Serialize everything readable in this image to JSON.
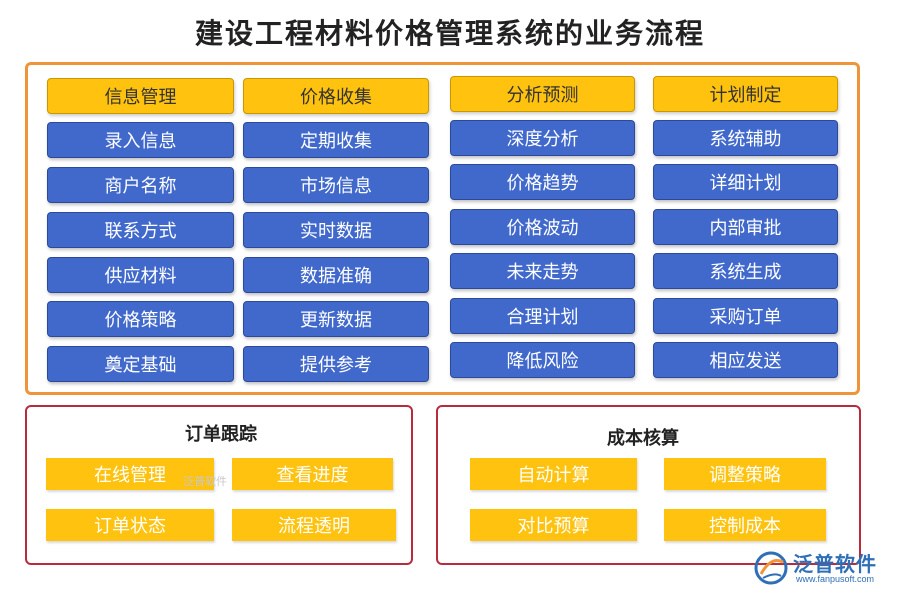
{
  "title": "建设工程材料价格管理系统的业务流程",
  "columns": [
    {
      "header": "信息管理",
      "items": [
        "录入信息",
        "商户名称",
        "联系方式",
        "供应材料",
        "价格策略",
        "奠定基础"
      ]
    },
    {
      "header": "价格收集",
      "items": [
        "定期收集",
        "市场信息",
        "实时数据",
        "数据准确",
        "更新数据",
        "提供参考"
      ]
    },
    {
      "header": "分析预测",
      "items": [
        "深度分析",
        "价格趋势",
        "价格波动",
        "未来走势",
        "合理计划",
        "降低风险"
      ]
    },
    {
      "header": "计划制定",
      "items": [
        "系统辅助",
        "详细计划",
        "内部审批",
        "系统生成",
        "采购订单",
        "相应发送"
      ]
    }
  ],
  "order_tracking": {
    "title": "订单跟踪",
    "items": [
      "在线管理",
      "查看进度",
      "订单状态",
      "流程透明"
    ]
  },
  "cost_accounting": {
    "title": "成本核算",
    "items": [
      "自动计算",
      "调整策略",
      "对比预算",
      "控制成本"
    ]
  },
  "watermark": "泛普软件",
  "logo": {
    "text": "泛普软件",
    "url": "www.fanpusoft.com"
  },
  "colors": {
    "blue": "#4169cc",
    "yellow": "#ffc20e",
    "orange_frame": "#f0943a",
    "red_frame": "#b72c3c"
  }
}
